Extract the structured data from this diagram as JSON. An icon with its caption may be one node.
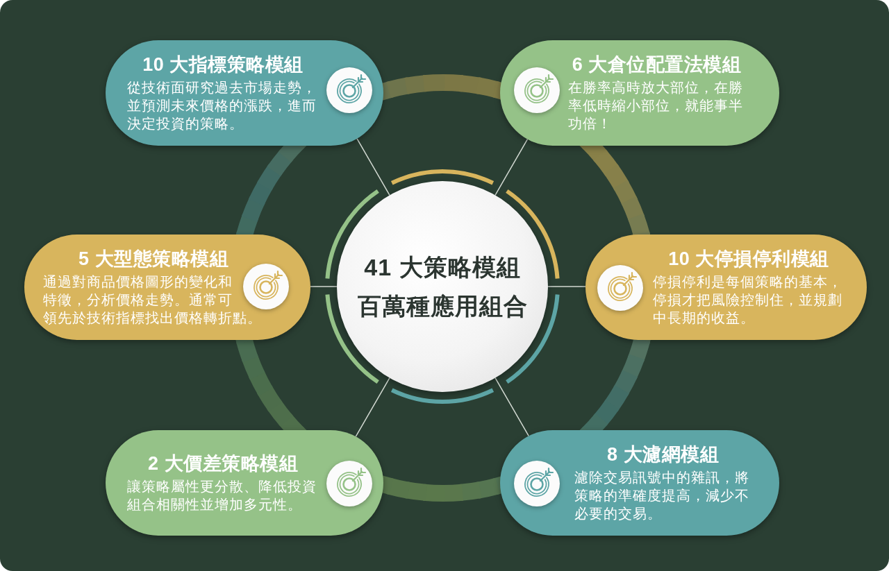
{
  "diagram": {
    "nodes": [
      {
        "text": [
          "41 大策略模組",
          "百萬種應用組合"
        ]
      },
      {
        "text": [
          "10 大指標策略模組",
          "從技術面研究過去市場走勢，並預測未來價格的漲跌，進而決定投資的策略。"
        ]
      },
      {
        "text": [
          "6 大倉位配置法模組",
          "在勝率高時放大部位，在勝率低時縮小部位，就能事半功倍！"
        ]
      },
      {
        "text": [
          "5 大型態策略模組",
          "通過對商品價格圖形的變化和特徵，分析價格走勢。通常可領先於技術指標找出價格轉折點。"
        ]
      },
      {
        "text": [
          "10 大停損停利模組",
          "停損停利是每個策略的基本，停損才把風險控制住，並規劃中長期的收益。"
        ]
      },
      {
        "text": [
          "2 大價差策略模組",
          "讓策略屬性更分散、降低投資組合相關性並增加多元性。"
        ]
      },
      {
        "text": [
          "8 大濾網模組",
          "濾除交易訊號中的雜訊，將策略的準確度提高，減少不必要的交易。"
        ]
      }
    ],
    "edges": [
      {
        "from": 0,
        "to": 1,
        "arrow": "none"
      },
      {
        "from": 0,
        "to": 2,
        "arrow": "none"
      },
      {
        "from": 0,
        "to": 3,
        "arrow": "none"
      },
      {
        "from": 0,
        "to": 4,
        "arrow": "none"
      },
      {
        "from": 0,
        "to": 5,
        "arrow": "none"
      },
      {
        "from": 0,
        "to": 6,
        "arrow": "none"
      }
    ]
  }
}
